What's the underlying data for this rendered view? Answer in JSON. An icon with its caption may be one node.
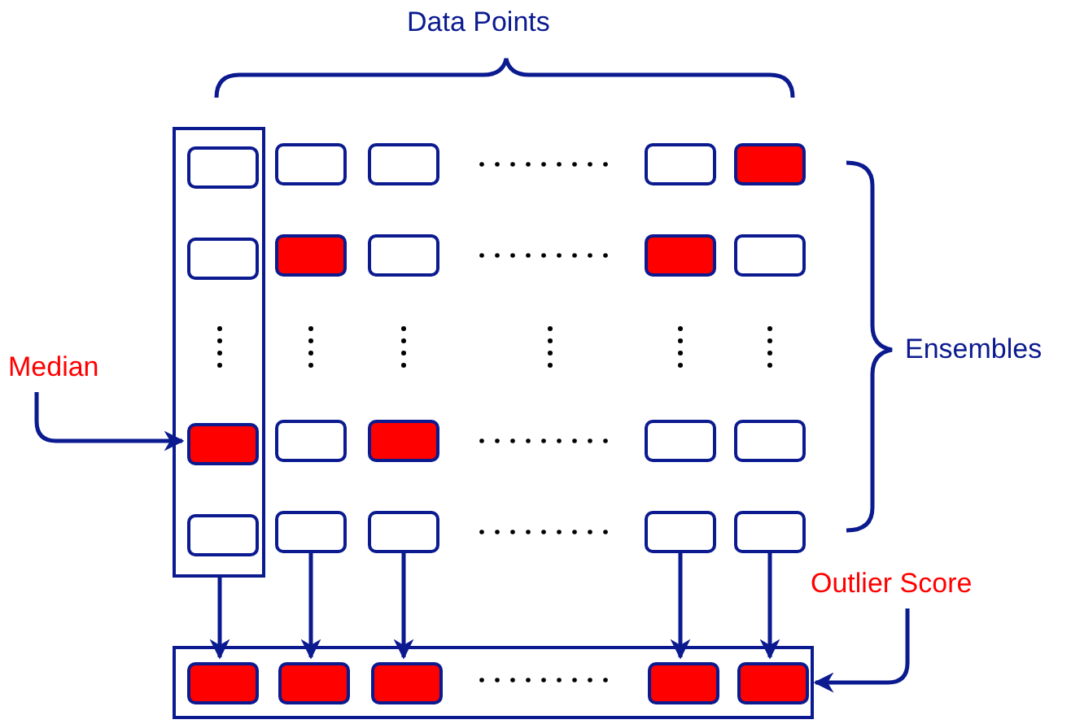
{
  "diagram": {
    "nodes": [
      {
        "text": [],
        "shape": "box"
      },
      {
        "text": [],
        "shape": "box",
        "in": 0
      },
      {
        "text": [],
        "shape": "box"
      },
      {
        "text": [],
        "shape": "box"
      },
      {
        "text": [],
        "shape": "box"
      },
      {
        "text": [],
        "shape": "box"
      },
      {
        "text": [],
        "shape": "box",
        "in": 0
      },
      {
        "text": [],
        "shape": "box"
      },
      {
        "text": [],
        "shape": "box"
      },
      {
        "text": [],
        "shape": "box"
      },
      {
        "text": [],
        "shape": "box"
      },
      {
        "text": [],
        "shape": "box",
        "in": 0
      },
      {
        "text": [],
        "shape": "box"
      },
      {
        "text": [],
        "shape": "box"
      },
      {
        "text": [],
        "shape": "box"
      },
      {
        "text": [],
        "shape": "box"
      },
      {
        "text": [],
        "shape": "box",
        "in": 0
      },
      {
        "text": [],
        "shape": "box"
      },
      {
        "text": [],
        "shape": "box"
      },
      {
        "text": [],
        "shape": "box"
      },
      {
        "text": [],
        "shape": "box"
      },
      {
        "text": [],
        "shape": "box"
      },
      {
        "text": [],
        "shape": "box",
        "in": 21
      },
      {
        "text": [],
        "shape": "box",
        "in": 21
      },
      {
        "text": [],
        "shape": "box",
        "in": 21
      },
      {
        "text": [],
        "shape": "box",
        "in": 21
      },
      {
        "text": [],
        "shape": "box",
        "in": 21
      },
      {
        "text": [
          "Median"
        ]
      },
      {
        "text": [
          "Outlier Score"
        ]
      }
    ],
    "edges": [
      {
        "from": 0,
        "to": 22,
        "arrow": "to"
      },
      {
        "from": 17,
        "to": 23,
        "arrow": "to"
      },
      {
        "from": 18,
        "to": 24,
        "arrow": "to"
      },
      {
        "from": 19,
        "to": 25,
        "arrow": "to"
      },
      {
        "from": 20,
        "to": 26,
        "arrow": "to"
      },
      {
        "from": 27,
        "to": 11,
        "arrow": "to"
      },
      {
        "from": 28,
        "to": 21,
        "arrow": "to"
      }
    ],
    "labels": [
      "Data Points",
      "Ensembles"
    ]
  }
}
